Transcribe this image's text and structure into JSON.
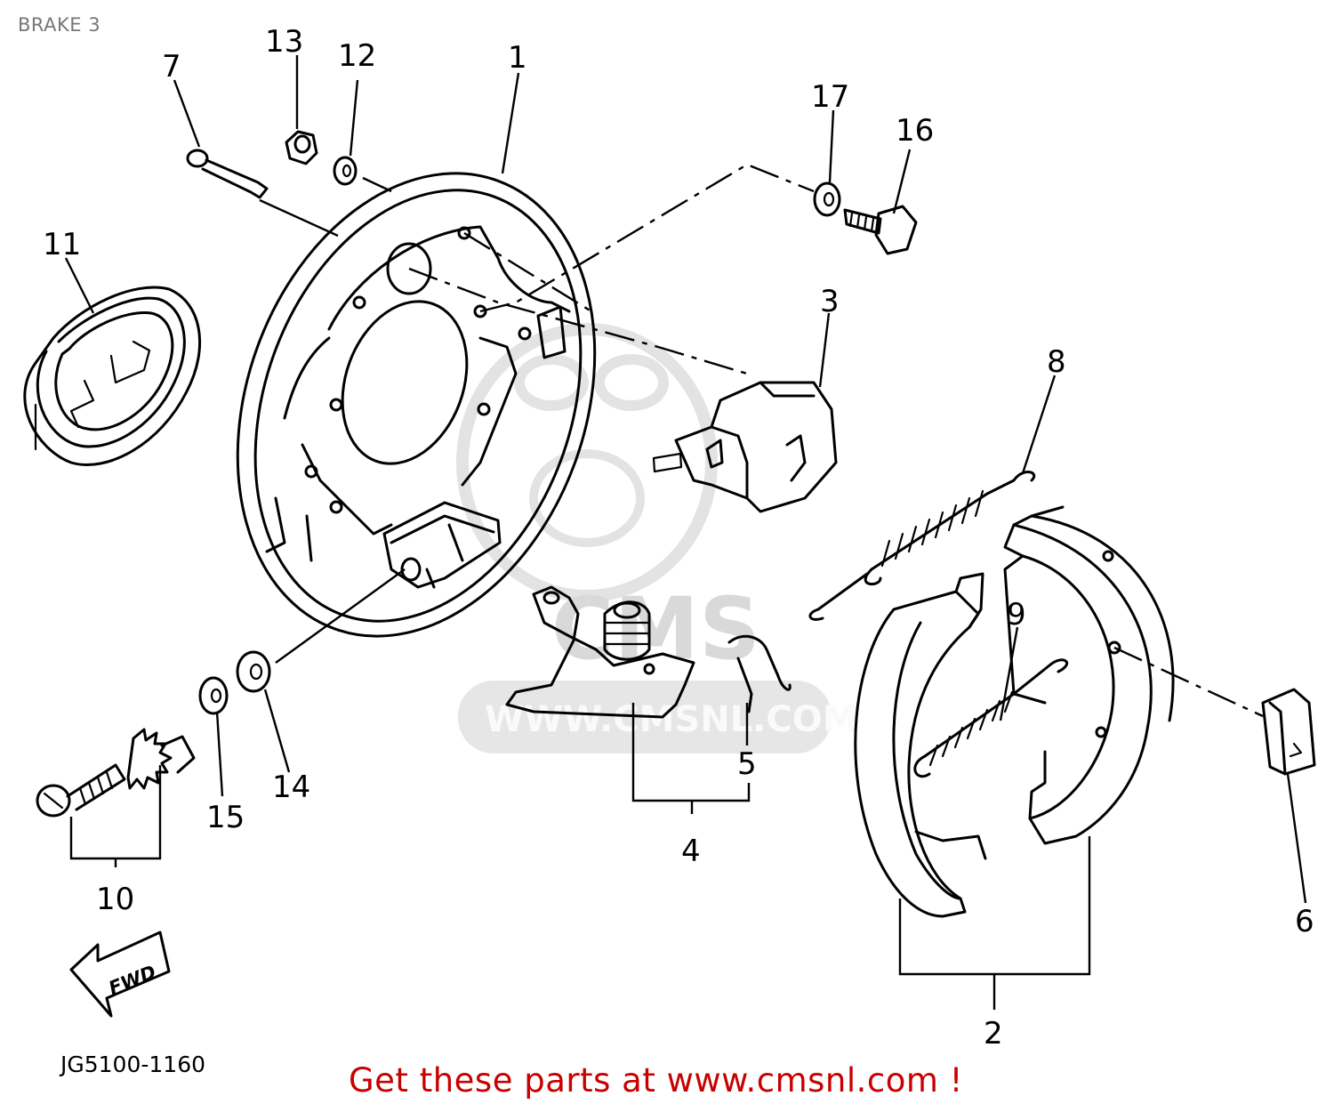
{
  "page": {
    "title": "BRAKE 3"
  },
  "watermark": {
    "brand": "CMS",
    "url": "WWW.CMSNL.COM"
  },
  "diagram": {
    "code": "JG5100-1160",
    "fwd_label": "FWD",
    "callouts": {
      "c1": "1",
      "c2": "2",
      "c3": "3",
      "c4": "4",
      "c5": "5",
      "c6": "6",
      "c7": "7",
      "c8": "8",
      "c9": "9",
      "c10": "10",
      "c11": "11",
      "c12": "12",
      "c13": "13",
      "c14": "14",
      "c15": "15",
      "c16": "16",
      "c17": "17"
    }
  },
  "footer": {
    "promo": "Get these parts at www.cmsnl.com !"
  },
  "colors": {
    "ink": "#000000",
    "watermark": "#d9d9d9",
    "promo": "#c80000",
    "title": "#777777"
  }
}
